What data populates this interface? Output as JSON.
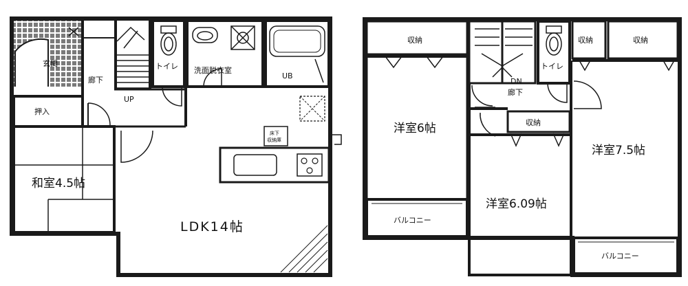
{
  "floor1": {
    "entrance": "玄関",
    "hallway": "廊下",
    "up": "UP",
    "toilet": "トイレ",
    "washroom": "洗面脱衣室",
    "bath": "UB",
    "closet": "押入",
    "washitsu": "和室4.5帖",
    "ldk": "LDK14帖",
    "storage_top": "床下",
    "storage_bottom": "収納庫"
  },
  "floor2": {
    "storage_1": "収納",
    "storage_2": "収納",
    "storage_3": "収納",
    "storage_4": "収納",
    "dn": "DN",
    "hallway": "廊下",
    "toilet": "トイレ",
    "room_6": "洋室6帖",
    "room_609": "洋室6.09帖",
    "room_75": "洋室7.5帖",
    "balcony_1": "バルコニー",
    "balcony_2": "バルコニー"
  },
  "colors": {
    "line": "#1a1a1a",
    "tile": "#6d6d6d",
    "paper": "#ffffff"
  }
}
